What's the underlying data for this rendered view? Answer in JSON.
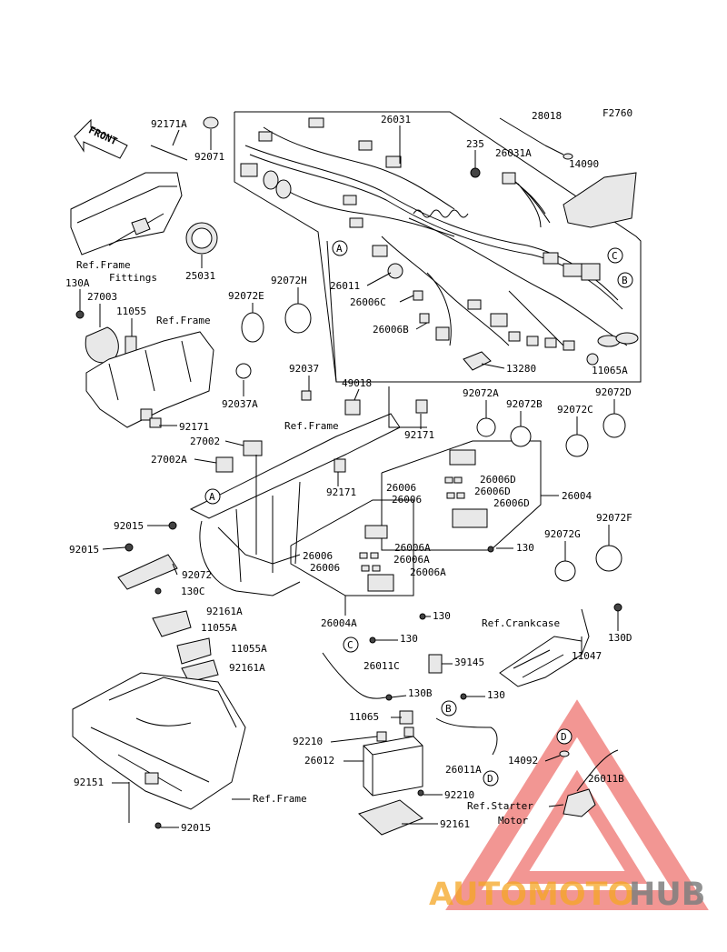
{
  "figure_code": "F2760",
  "front_label": "FRONT",
  "circle_refs": [
    "A",
    "B",
    "C",
    "D"
  ],
  "parts": {
    "p92171A": "92171A",
    "p92071": "92071",
    "p26031": "26031",
    "p235": "235",
    "p28018": "28018",
    "p26031A": "26031A",
    "p14090": "14090",
    "p25031": "25031",
    "p130A": "130A",
    "p27003": "27003",
    "p11055": "11055",
    "p92072E": "92072E",
    "p92072H": "92072H",
    "p26011": "26011",
    "p26006C": "26006C",
    "p26006B": "26006B",
    "p13280": "13280",
    "p11065A": "11065A",
    "p92037": "92037",
    "p92037A": "92037A",
    "p49018": "49018",
    "p92171_1": "92171",
    "p92171_2": "92171",
    "p92171_3": "92171",
    "p27002": "27002",
    "p27002A": "27002A",
    "p92072A": "92072A",
    "p92072B": "92072B",
    "p92072C": "92072C",
    "p92072D": "92072D",
    "p26006_1": "26006",
    "p26006_2": "26006",
    "p26006D_1": "26006D",
    "p26006D_2": "26006D",
    "p26006D_3": "26006D",
    "p26004": "26004",
    "p92015_1": "92015",
    "p92015_2": "92015",
    "p92015_3": "92015",
    "p92072": "92072",
    "p130_1": "130",
    "p130_2": "130",
    "p130_3": "130",
    "p130_4": "130",
    "p92072G": "92072G",
    "p92072F": "92072F",
    "p26006_3": "26006",
    "p26006_4": "26006",
    "p26006A_1": "26006A",
    "p26006A_2": "26006A",
    "p26006A_3": "26006A",
    "p130C": "130C",
    "p92161A_1": "92161A",
    "p92161A_2": "92161A",
    "p11055A_1": "11055A",
    "p11055A_2": "11055A",
    "p26004A": "26004A",
    "p130D": "130D",
    "p11047": "11047",
    "p39145": "39145",
    "p26011C": "26011C",
    "p130B": "130B",
    "p11065": "11065",
    "p92210_1": "92210",
    "p92210_2": "92210",
    "p26012": "26012",
    "p26011A": "26011A",
    "p14092": "14092",
    "p26011B": "26011B",
    "p92151": "92151",
    "p92161": "92161"
  },
  "refs": {
    "frame_fittings_1": "Ref.Frame",
    "frame_fittings_2": "Fittings",
    "frame_1": "Ref.Frame",
    "frame_2": "Ref.Frame",
    "frame_3": "Ref.Frame",
    "crankcase": "Ref.Crankcase",
    "starter_1": "Ref.Starter",
    "starter_2": "Motor"
  },
  "watermark": {
    "part1": "AUTOMOTO",
    "part2": "HUB",
    "color1": "#f5a623",
    "color2": "#7f7f7f",
    "triangle_color": "#e8413c"
  }
}
